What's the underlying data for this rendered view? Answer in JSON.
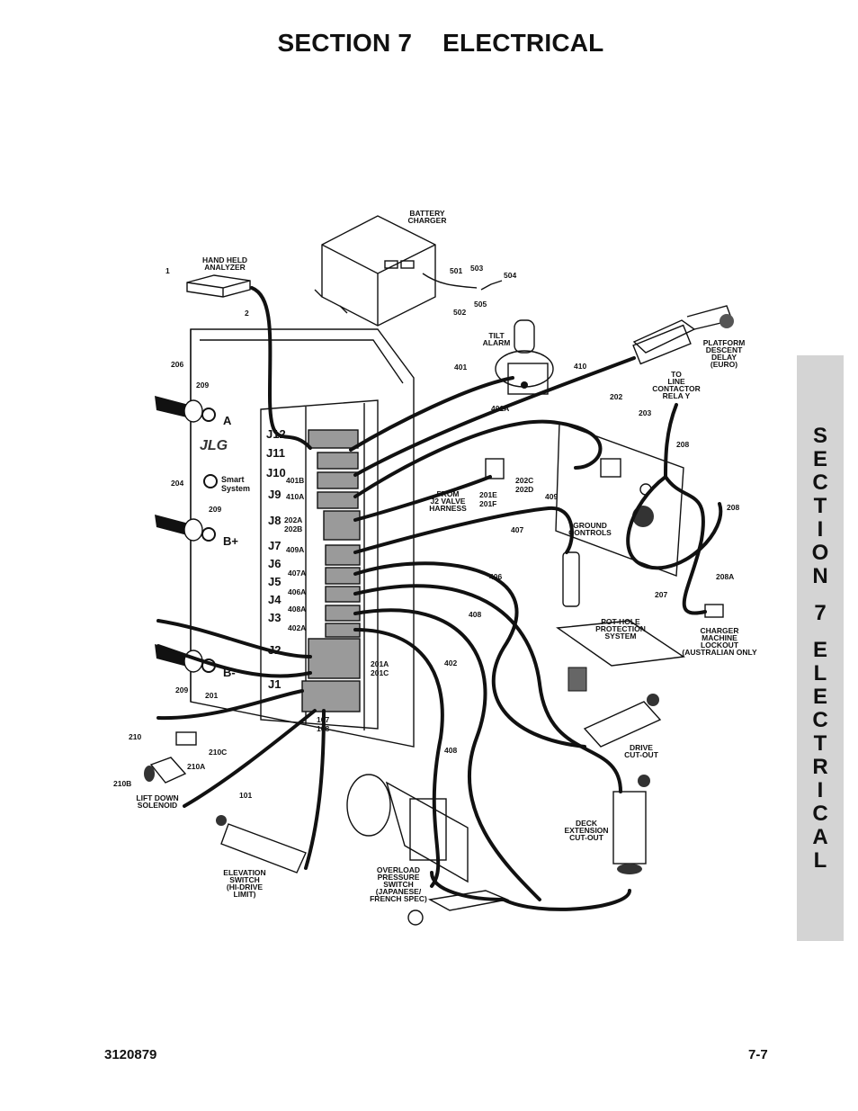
{
  "header": {
    "section": "SECTION 7",
    "title": "ELECTRICAL"
  },
  "side_tab": {
    "letters": [
      "S",
      "E",
      "C",
      "T",
      "I",
      "O",
      "N",
      "",
      "7",
      "",
      "E",
      "L",
      "E",
      "C",
      "T",
      "R",
      "I",
      "C",
      "A",
      "L"
    ]
  },
  "footer": {
    "doc_number": "3120879",
    "page_number": "7-7"
  },
  "diagram": {
    "labels": {
      "battery_charger": [
        "BATTERY",
        "CHARGER"
      ],
      "hand_held_analyzer": [
        "HAND HELD",
        "ANALYZER"
      ],
      "tilt_alarm": [
        "TILT",
        "ALARM"
      ],
      "platform_descent": [
        "PLATFORM",
        "DESCENT",
        "DELAY",
        "(EURO)"
      ],
      "to_line_contactor": [
        "TO",
        "LINE",
        "CONTACTOR",
        "RELA Y"
      ],
      "from_j2": [
        "FROM",
        "J2 VALVE",
        "HARNESS"
      ],
      "ground_controls": [
        "GROUND",
        "CONTROLS"
      ],
      "pothole": [
        "POT-HOLE",
        "PROTECTION",
        "SYSTEM"
      ],
      "charger_lockout": [
        "CHARGER",
        "MACHINE",
        "LOCKOUT",
        "(AUSTRALIAN ONLY"
      ],
      "drive_cutout": [
        "DRIVE",
        "CUT-OUT"
      ],
      "deck_extension": [
        "DECK",
        "EXTENSION",
        "CUT-OUT"
      ],
      "lift_down": [
        "LIFT DOWN",
        "SOLENOID"
      ],
      "elevation_switch": [
        "ELEVATION",
        "SWITCH",
        "(HI-DRIVE",
        "LIMIT)"
      ],
      "overload": [
        "OVERLOAD",
        "PRESSURE",
        "SWITCH",
        "(JAPANESE/",
        "FRENCH SPEC)"
      ]
    },
    "numbers": {
      "n1": "1",
      "n2": "2",
      "n501": "501",
      "n502": "502",
      "n503": "503",
      "n504": "504",
      "n505": "505",
      "n401": "401",
      "n401a": "401A",
      "n410": "410",
      "n206": "206",
      "n209a": "209",
      "n209b": "209",
      "n209c": "209",
      "n204": "204",
      "n202": "202",
      "n203": "203",
      "n208a": "208",
      "n208b": "208",
      "n208c": "208A",
      "n207": "207",
      "n401b": "401B",
      "n410a": "410A",
      "n202a": "202A",
      "n202b": "202B",
      "n409a": "409A",
      "n407a": "407A",
      "n406a": "406A",
      "n408a": "408A",
      "n402a": "402A",
      "n201a": "201A",
      "n201c": "201C",
      "n107": "107",
      "n108": "108",
      "n201e": "201E",
      "n201f": "201F",
      "n202c": "202C",
      "n202d": "202D",
      "n409": "409",
      "n407": "407",
      "n406": "406",
      "n408": "408",
      "n402": "402",
      "n408b": "408",
      "n201": "201",
      "n210": "210",
      "n210c": "210C",
      "n210a": "210A",
      "n210b": "210B",
      "n101": "101"
    },
    "connectors": [
      "J12",
      "J11",
      "J10",
      "J9",
      "J8",
      "J7",
      "J6",
      "J5",
      "J4",
      "J3",
      "J2",
      "J1"
    ],
    "terminals": {
      "a": "A",
      "bplus": "B+",
      "bminus": "B-"
    },
    "brand": {
      "logo": "JLG",
      "smart1": "Smart",
      "smart2": "System"
    }
  }
}
